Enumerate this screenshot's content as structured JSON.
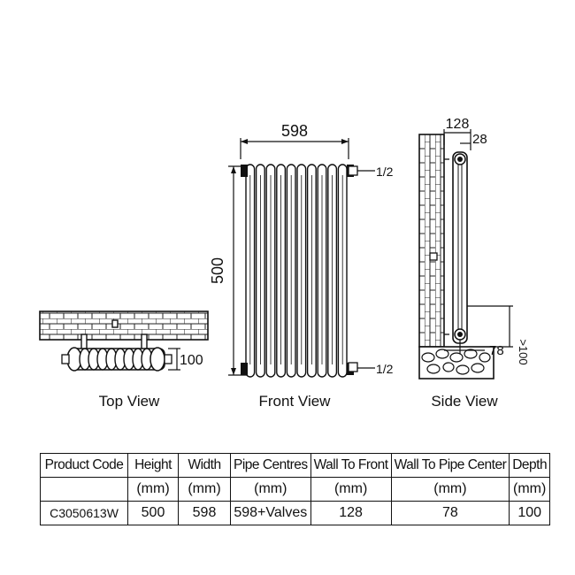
{
  "views": {
    "top": "Top View",
    "front": "Front View",
    "side": "Side View"
  },
  "dimensions": {
    "front_width": "598",
    "front_height": "500",
    "pipe_top": "1/2",
    "pipe_bottom": "1/2",
    "side_depth_total": "128",
    "side_wall_gap": "28",
    "side_pipe_center": "78",
    "side_floor_gap": ">100",
    "top_depth": "100"
  },
  "table": {
    "headers": [
      "Product Code",
      "Height",
      "Width",
      "Pipe Centres",
      "Wall To Front",
      "Wall To Pipe Center",
      "Depth"
    ],
    "units": [
      "",
      "(mm)",
      "(mm)",
      "(mm)",
      "(mm)",
      "(mm)",
      "(mm)"
    ],
    "rows": [
      [
        "C3050613W",
        "500",
        "598",
        "598+Valves",
        "128",
        "78",
        "100"
      ]
    ]
  }
}
